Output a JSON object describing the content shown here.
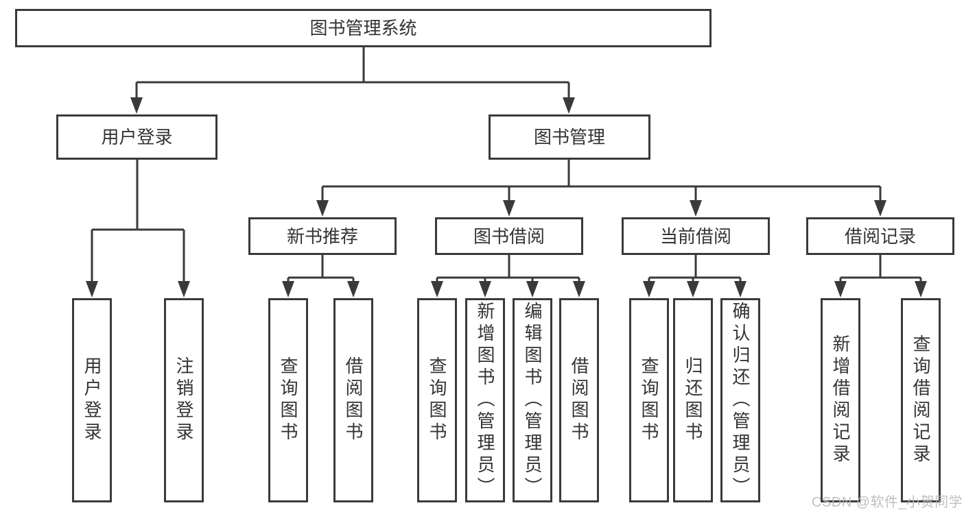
{
  "root": {
    "label": "图书管理系统"
  },
  "branches": [
    {
      "label": "用户登录",
      "leaves": [
        {
          "label": "用户登录"
        },
        {
          "label": "注销登录"
        }
      ]
    },
    {
      "label": "图书管理",
      "groups": [
        {
          "label": "新书推荐",
          "leaves": [
            {
              "label": "查询图书"
            },
            {
              "label": "借阅图书"
            }
          ]
        },
        {
          "label": "图书借阅",
          "leaves": [
            {
              "label": "查询图书"
            },
            {
              "label": "新增图书（管理员）"
            },
            {
              "label": "编辑图书（管理员）"
            },
            {
              "label": "借阅图书"
            }
          ]
        },
        {
          "label": "当前借阅",
          "leaves": [
            {
              "label": "查询图书"
            },
            {
              "label": "归还图书"
            },
            {
              "label": "确认归还（管理员）"
            }
          ]
        },
        {
          "label": "借阅记录",
          "leaves": [
            {
              "label": "新增借阅记录"
            },
            {
              "label": "查询借阅记录"
            }
          ]
        }
      ]
    }
  ],
  "watermark": {
    "text": "CSDN @软件_小贺同学"
  },
  "colors": {
    "line": "#3a3a3a",
    "box_border": "#3a3a3a",
    "text": "#333333",
    "background": "#ffffff",
    "watermark": "#b9b9b9"
  }
}
